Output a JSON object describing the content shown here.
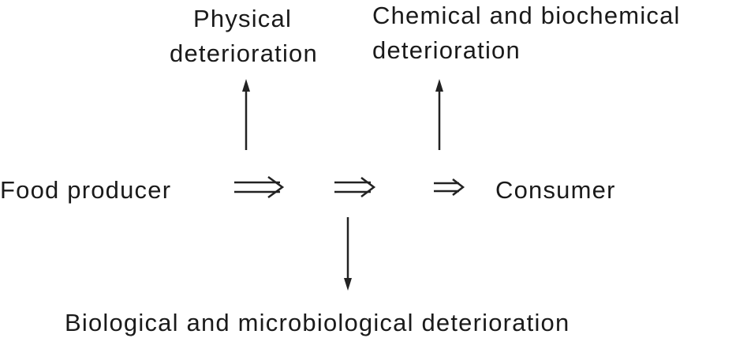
{
  "nodes": {
    "physical_line1": "Physical",
    "physical_line2": "deterioration",
    "chemical_line1": "Chemical and biochemical",
    "chemical_line2": "deterioration",
    "producer": "Food producer",
    "consumer": "Consumer",
    "biological": "Biological and microbiological deterioration"
  }
}
